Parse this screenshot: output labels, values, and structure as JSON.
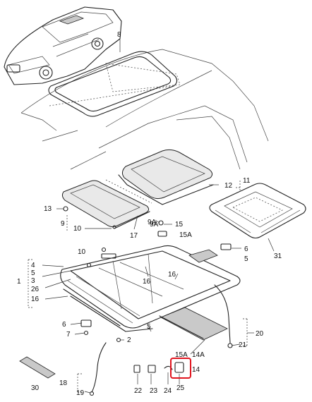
{
  "callouts": [
    {
      "id": "c8",
      "label": "8"
    },
    {
      "id": "c11",
      "label": "11"
    },
    {
      "id": "c12",
      "label": "12"
    },
    {
      "id": "c13",
      "label": "13"
    },
    {
      "id": "c9",
      "label": "9"
    },
    {
      "id": "c10a",
      "label": "10"
    },
    {
      "id": "c17",
      "label": "17"
    },
    {
      "id": "c9A",
      "label": "9A"
    },
    {
      "id": "c15",
      "label": "15"
    },
    {
      "id": "c15A",
      "label": "15A"
    },
    {
      "id": "c31",
      "label": "31"
    },
    {
      "id": "c10b",
      "label": "10"
    },
    {
      "id": "c9Ab",
      "label": "9A"
    },
    {
      "id": "c6",
      "label": "6"
    },
    {
      "id": "c5",
      "label": "5"
    },
    {
      "id": "c4",
      "label": "4"
    },
    {
      "id": "c5b",
      "label": "5"
    },
    {
      "id": "c1",
      "label": "1"
    },
    {
      "id": "c3",
      "label": "3"
    },
    {
      "id": "c26",
      "label": "26"
    },
    {
      "id": "c16a",
      "label": "16"
    },
    {
      "id": "c16b",
      "label": "16"
    },
    {
      "id": "c16c",
      "label": "16"
    },
    {
      "id": "c6b",
      "label": "6"
    },
    {
      "id": "c7",
      "label": "7"
    },
    {
      "id": "c2",
      "label": "2"
    },
    {
      "id": "c5c",
      "label": "5"
    },
    {
      "id": "c20",
      "label": "20"
    },
    {
      "id": "c21",
      "label": "21"
    },
    {
      "id": "c15Ab",
      "label": "15A"
    },
    {
      "id": "c14A",
      "label": "14A"
    },
    {
      "id": "c14",
      "label": "14"
    },
    {
      "id": "c18",
      "label": "18"
    },
    {
      "id": "c19",
      "label": "19"
    },
    {
      "id": "c30",
      "label": "30"
    },
    {
      "id": "c22",
      "label": "22"
    },
    {
      "id": "c23",
      "label": "23"
    },
    {
      "id": "c24",
      "label": "24"
    },
    {
      "id": "c25",
      "label": "25"
    }
  ],
  "highlight_color": "#e0141e"
}
